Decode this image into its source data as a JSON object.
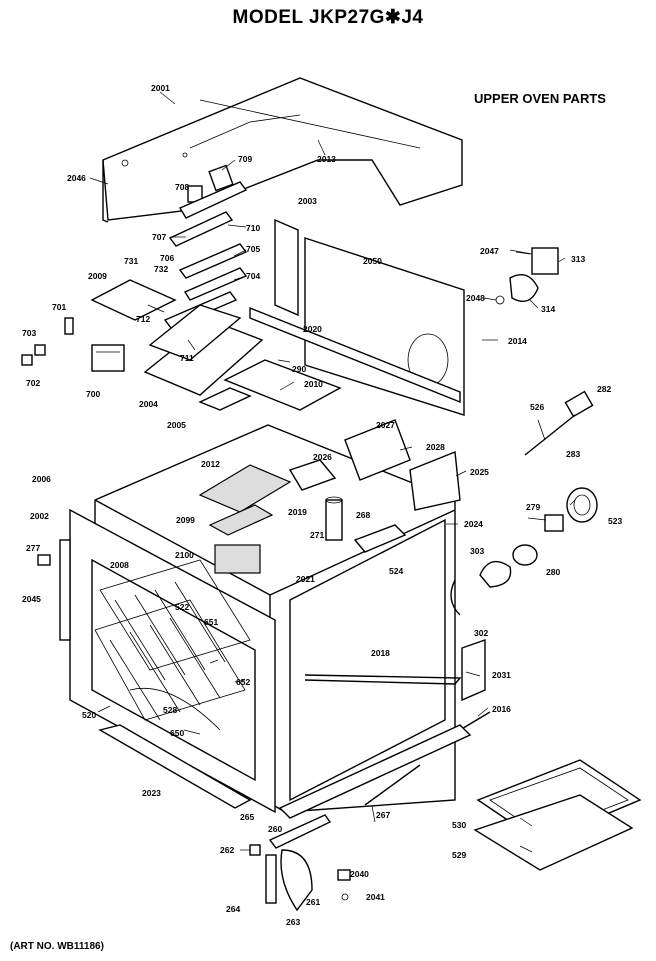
{
  "header": {
    "title": "MODEL JKP27G✱J4",
    "subtitle": "UPPER OVEN PARTS",
    "art_no": "(ART NO. WB11186)"
  },
  "part_labels": [
    "2001",
    "2013",
    "2046",
    "708",
    "709",
    "710",
    "707",
    "706",
    "705",
    "704",
    "731",
    "732",
    "2009",
    "712",
    "711",
    "701",
    "703",
    "702",
    "700",
    "2004",
    "2003",
    "2050",
    "2020",
    "290",
    "2010",
    "2005",
    "2047",
    "313",
    "2048",
    "314",
    "2014",
    "282",
    "526",
    "283",
    "2027",
    "2026",
    "2028",
    "2025",
    "2006",
    "2002",
    "2012",
    "2099",
    "2100",
    "2019",
    "268",
    "271",
    "524",
    "2024",
    "279",
    "523",
    "303",
    "280",
    "277",
    "2045",
    "2008",
    "522",
    "651",
    "652",
    "528",
    "650",
    "520",
    "2021",
    "2018",
    "302",
    "2031",
    "2016",
    "2023",
    "265",
    "267",
    "530",
    "529",
    "260",
    "262",
    "261",
    "2040",
    "2041",
    "264",
    "263"
  ]
}
